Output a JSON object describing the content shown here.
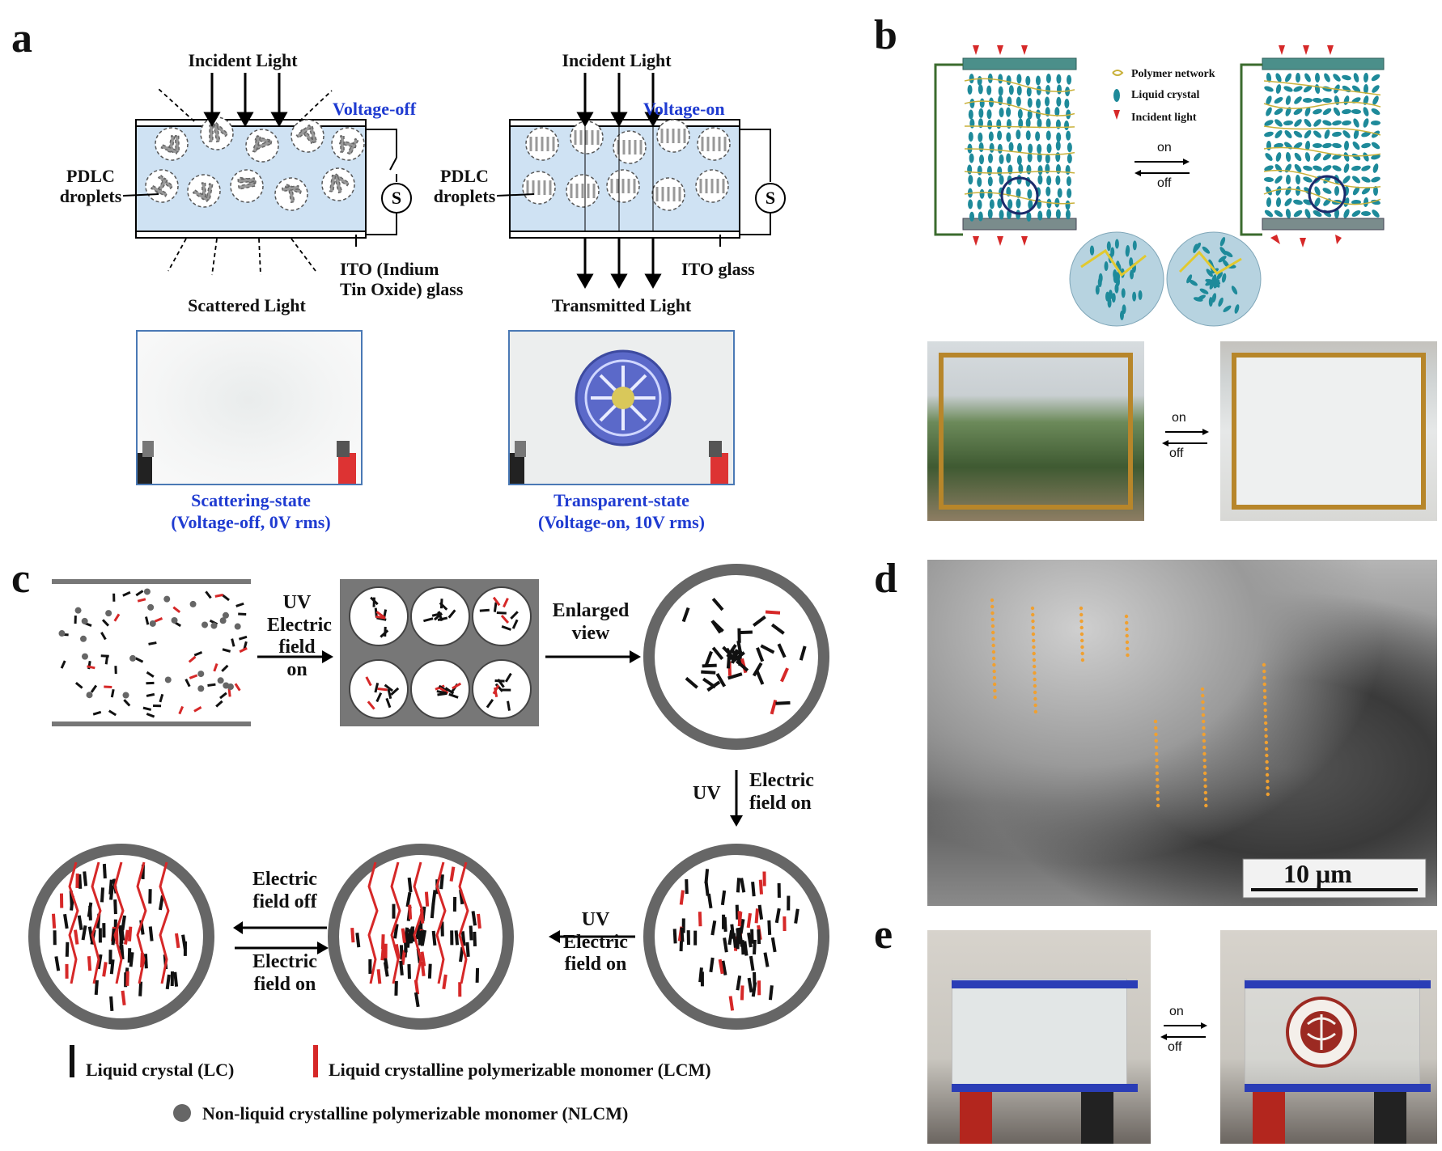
{
  "panels": {
    "a": {
      "letter": "a",
      "left": {
        "incident": "Incident Light",
        "state": "Voltage-off",
        "droplets": "PDLC\ndroplets",
        "ito": "ITO (Indium\nTin Oxide) glass",
        "scattered": "Scattered Light",
        "caption1": "Scattering-state",
        "caption2": "(Voltage-off, 0V rms)"
      },
      "right": {
        "incident": "Incident Light",
        "state": "Voltage-on",
        "droplets": "PDLC\ndroplets",
        "ito": "ITO glass",
        "transmitted": "Transmitted Light",
        "caption1": "Transparent-state",
        "caption2": "(Voltage-on, 10V rms)"
      }
    },
    "b": {
      "letter": "b",
      "legend": [
        "Polymer network",
        "Liquid crystal",
        "Incident light"
      ],
      "on": "on",
      "off": "off",
      "photo_on": "on",
      "photo_off": "off"
    },
    "c": {
      "letter": "c",
      "step1": "UV\nElectric\nfield on",
      "step2": "Enlarged\nview",
      "step3_uv": "UV",
      "step3_field": "Electric\nfield on",
      "step4": "UV\nElectric\nfield on",
      "step5a": "Electric\nfield off",
      "step5b": "Electric\nfield on",
      "legend_lc": "Liquid crystal (LC)",
      "legend_lcm": "Liquid crystalline polymerizable monomer (LCM)",
      "legend_nlcm": "Non-liquid crystalline polymerizable monomer (NLCM)"
    },
    "d": {
      "letter": "d",
      "scale": "10 μm"
    },
    "e": {
      "letter": "e",
      "on": "on",
      "off": "off"
    }
  },
  "colors": {
    "cell_fill": "#cfe2f3",
    "photo_border": "#4a79b5",
    "caption_blue": "#1f3bd1",
    "lcm_red": "#d62828",
    "teal_lc": "#1e8a9a",
    "polymer_yellow": "#c9b13a"
  }
}
